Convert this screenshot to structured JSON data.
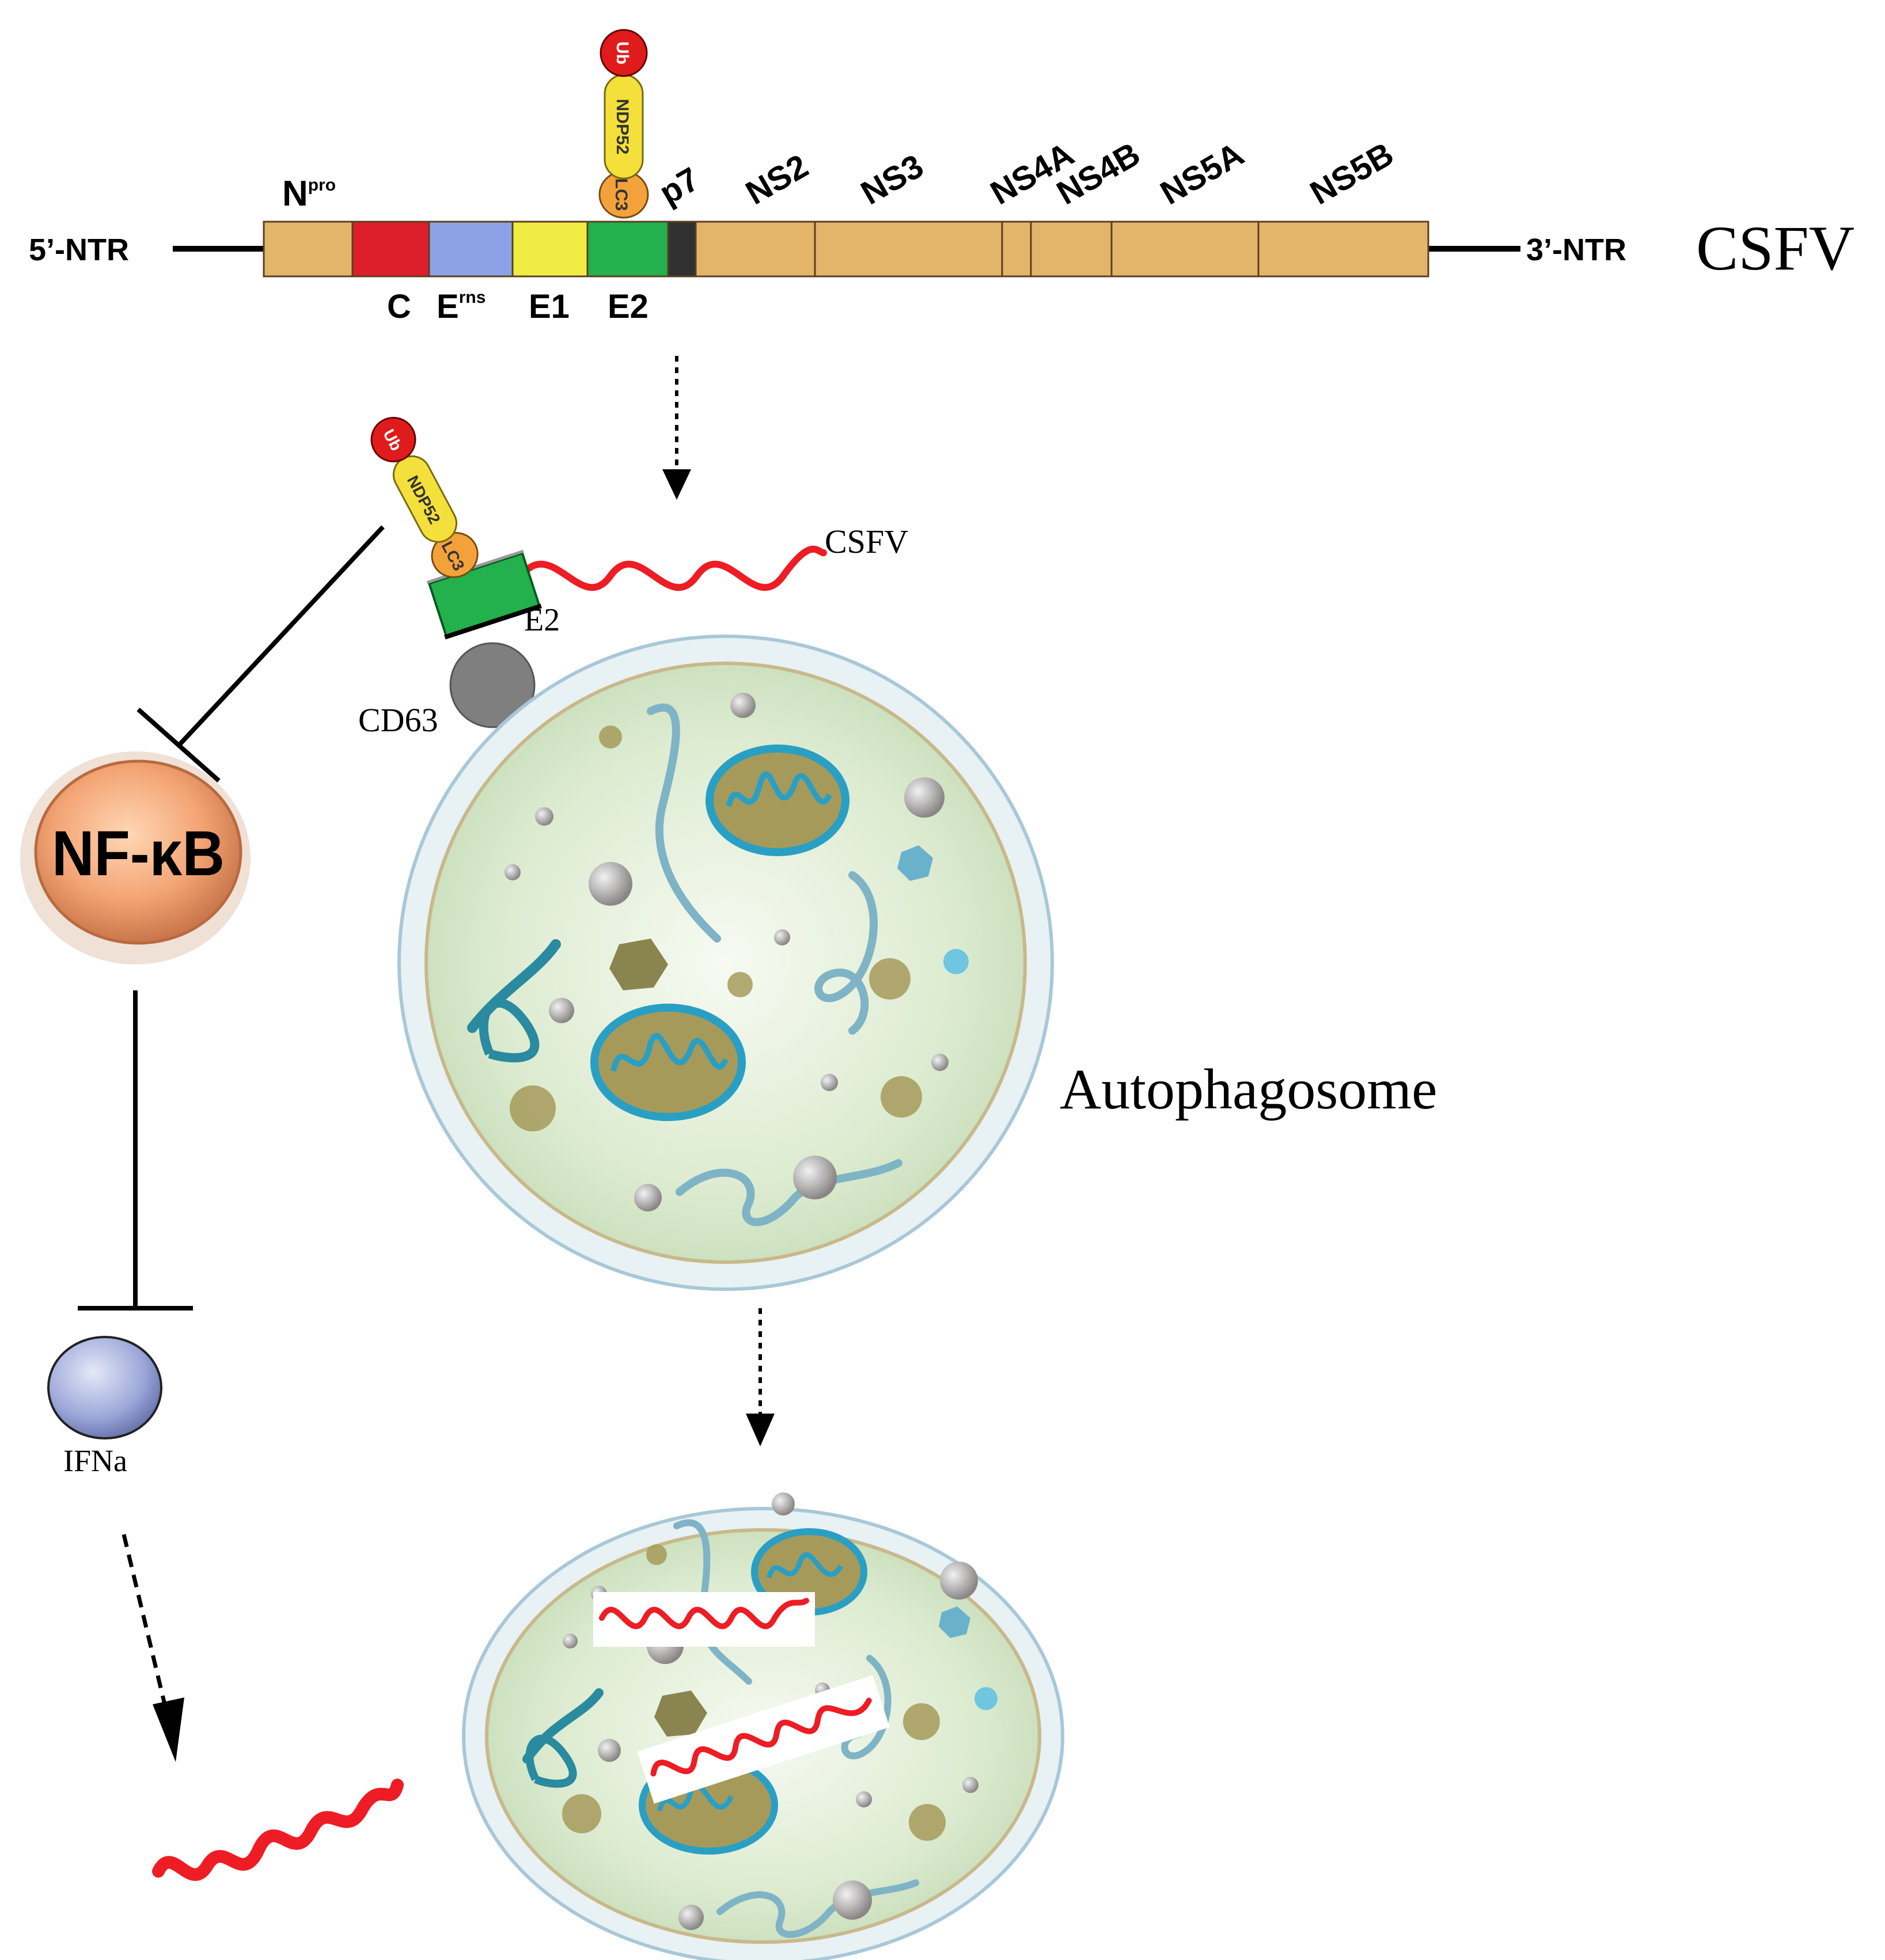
{
  "genome": {
    "five_prime": "5’-NTR",
    "three_prime": "3’-NTR",
    "virus_label": "CSFV",
    "segments": [
      {
        "name": "N",
        "sup": "pro",
        "position": "above",
        "color": "#e3b56a"
      },
      {
        "name": "C",
        "sup": "",
        "position": "below",
        "color": "#dd1e2b"
      },
      {
        "name": "E",
        "sup": "rns",
        "position": "below",
        "color": "#8da2e6"
      },
      {
        "name": "E1",
        "sup": "",
        "position": "below",
        "color": "#f0ec44"
      },
      {
        "name": "E2",
        "sup": "",
        "position": "below",
        "color": "#22b14c"
      },
      {
        "name": "p7",
        "sup": "",
        "position": "above",
        "color": "#303030"
      },
      {
        "name": "NS2",
        "sup": "",
        "position": "above",
        "color": "#e3b56a"
      },
      {
        "name": "NS3",
        "sup": "",
        "position": "above",
        "color": "#e3b56a"
      },
      {
        "name": "NS4A",
        "sup": "",
        "position": "above",
        "color": "#e3b56a"
      },
      {
        "name": "NS4B",
        "sup": "",
        "position": "above",
        "color": "#e3b56a"
      },
      {
        "name": "NS5A",
        "sup": "",
        "position": "above",
        "color": "#e3b56a"
      },
      {
        "name": "NS5B",
        "sup": "",
        "position": "above",
        "color": "#e3b56a"
      }
    ]
  },
  "complex": {
    "ub": "Ub",
    "ndp52": "NDP52",
    "lc3": "LC3"
  },
  "labels": {
    "csfv_strand": "CSFV",
    "e2": "E2",
    "cd63": "CD63",
    "nfkb": "NF-κB",
    "ifna": "IFNa",
    "autophagosome": "Autophagosome"
  },
  "colors": {
    "genome_body": "#e3b56a",
    "rna_strand": "#ee1c24",
    "ub": "#e01b1b",
    "ndp52": "#f4e03a",
    "lc3": "#f3a23b",
    "cd63": "#7f7f7f",
    "nfkb": "#f0a070",
    "ifna": "#9aa6d8",
    "vesicle_fill": "#dcebd0",
    "vesicle_rim": "#c8dde6",
    "mito_outline": "#2a9fc4",
    "mito_fill": "#a69a5a"
  }
}
